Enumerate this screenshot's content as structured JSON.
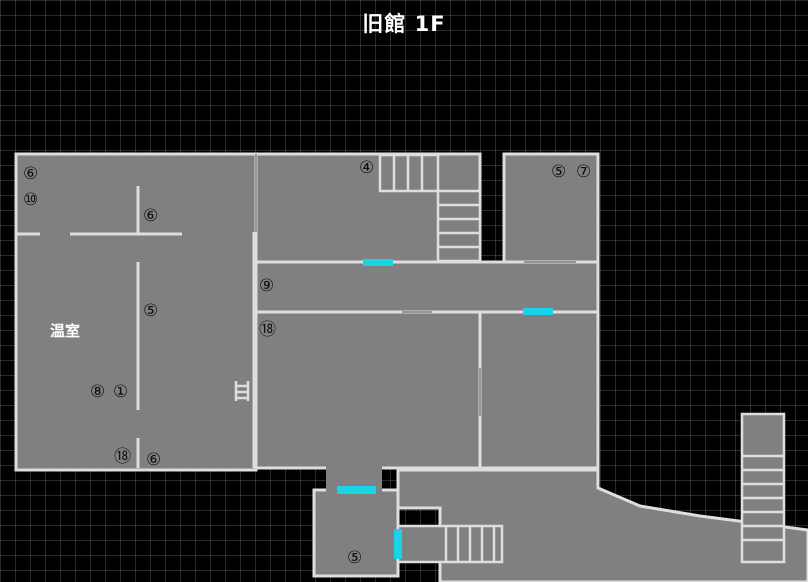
{
  "title": "旧館 1F",
  "rooms": {
    "greenhouse": "温室"
  },
  "markers": {
    "m_6_topleft": "⑥",
    "m_10_topleft": "⑩",
    "m_6_upper": "⑥",
    "m_4_top": "④",
    "m_5_topright": "⑤",
    "m_7_topright": "⑦",
    "m_9_corridor": "⑨",
    "m_18_corridor": "⑱",
    "m_5_middle": "⑤",
    "m_8_lower": "⑧",
    "m_1_lower": "①",
    "m_18_bottom": "⑱",
    "m_6_bottom": "⑥",
    "m_5_bottom": "⑤"
  },
  "colors": {
    "floor": "#808080",
    "wall": "#dedede",
    "door": "#19d3e6",
    "background": "#000000"
  }
}
